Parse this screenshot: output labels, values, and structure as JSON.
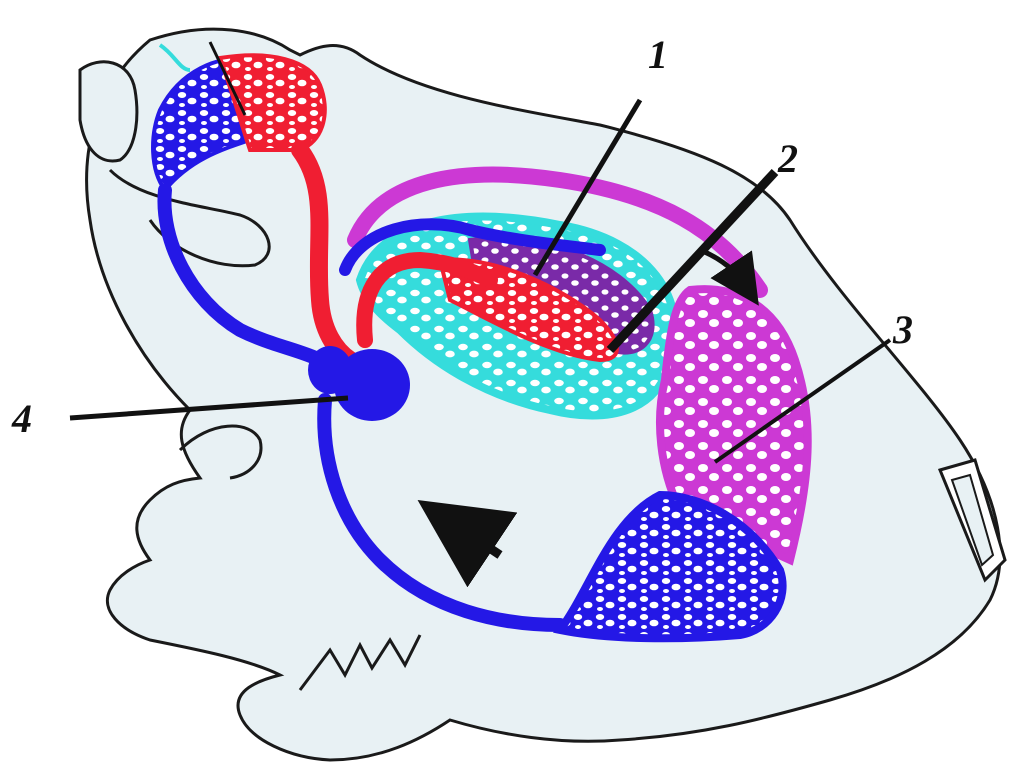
{
  "diagram": {
    "labels": [
      {
        "id": "label-1",
        "text": "1"
      },
      {
        "id": "label-2",
        "text": "2"
      },
      {
        "id": "label-3",
        "text": "3"
      },
      {
        "id": "label-4",
        "text": "4"
      }
    ],
    "colors": {
      "background": "#ffffff",
      "body_fill": "#e8f1f4",
      "outline": "#1a1a1a",
      "venous_blue": "#2418e6",
      "arterial_red": "#f01e32",
      "lymph_cyan": "#35dcdc",
      "magenta": "#cc39d4",
      "purple_mix": "#7a2aa8",
      "callout_line": "#111111"
    },
    "icons": [
      "flow-arrow-icon",
      "flow-arrow-icon"
    ]
  }
}
